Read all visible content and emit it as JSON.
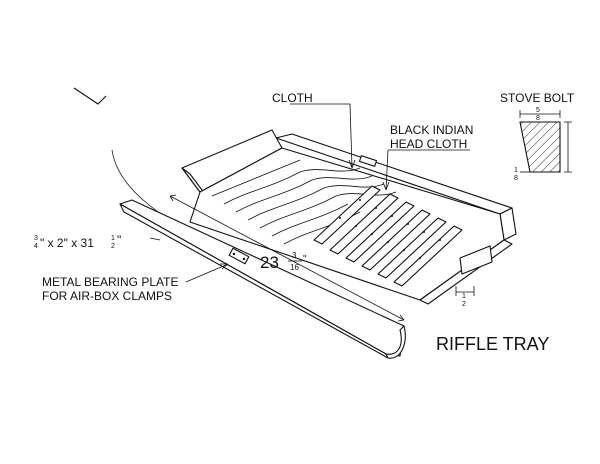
{
  "labels": {
    "cloth": "CLOTH",
    "black_cloth_line1": "BLACK INDIAN",
    "black_cloth_line2": "HEAD CLOTH",
    "stove_bolt": "STOVE BOLT",
    "stove_top_num": "5",
    "stove_top_den": "8",
    "stove_left_num": "1",
    "stove_left_den": "8",
    "lumber_a_num": "3",
    "lumber_a_den": "4",
    "lumber_mid": "\" x 2\" x 31",
    "lumber_b_num": "1",
    "lumber_b_den": "2",
    "lumber_end": "\"",
    "metal_line1": "METAL BEARING PLATE",
    "metal_line2": "FOR AIR-BOX CLAMPS",
    "len_whole": "23",
    "len_num": "3",
    "len_den": "16",
    "len_unit": "\"",
    "end_num": "1",
    "end_den": "2",
    "title": "RIFFLE TRAY"
  }
}
